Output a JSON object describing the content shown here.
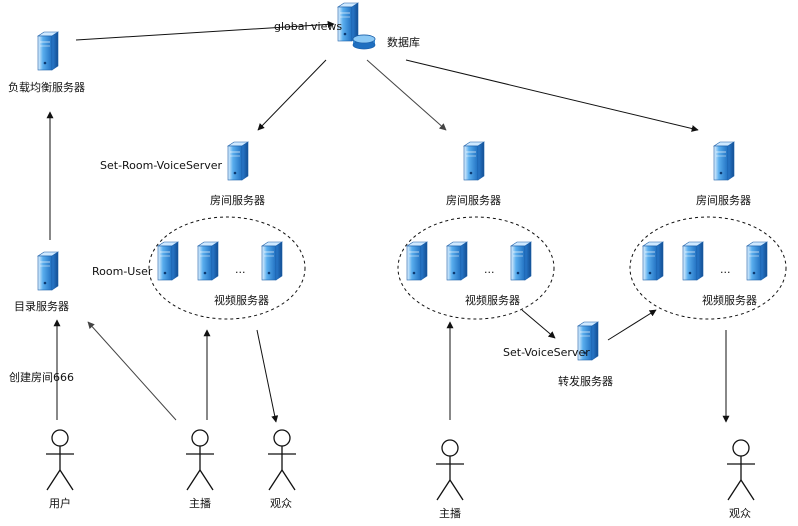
{
  "labels": {
    "global_views": "global views",
    "database": "数据库",
    "load_balancer": "负载均衡服务器",
    "directory_server": "目录服务器",
    "create_room": "创建房间666",
    "set_room_voiceserver": "Set-Room-VoiceServer",
    "room_server_1": "房间服务器",
    "room_server_2": "房间服务器",
    "room_server_3": "房间服务器",
    "room_user": "Room-User",
    "video_server_1": "视频服务器",
    "video_server_2": "视频服务器",
    "video_server_3": "视频服务器",
    "ellipsis_1": "...",
    "ellipsis_2": "...",
    "ellipsis_3": "...",
    "set_voiceserver": "Set-VoiceServer",
    "relay_server": "转发服务器",
    "user": "用户",
    "anchor_1": "主播",
    "audience_1": "观众",
    "anchor_2": "主播",
    "audience_2": "观众"
  },
  "colors": {
    "server_front": "#3a8fd9",
    "server_side": "#1c5fa8",
    "server_highlight": "#bfe3ff",
    "line": "#111111",
    "arrow_gray": "#555555"
  },
  "icons": {
    "server": "server-icon",
    "database": "database-icon",
    "person": "person-icon"
  }
}
